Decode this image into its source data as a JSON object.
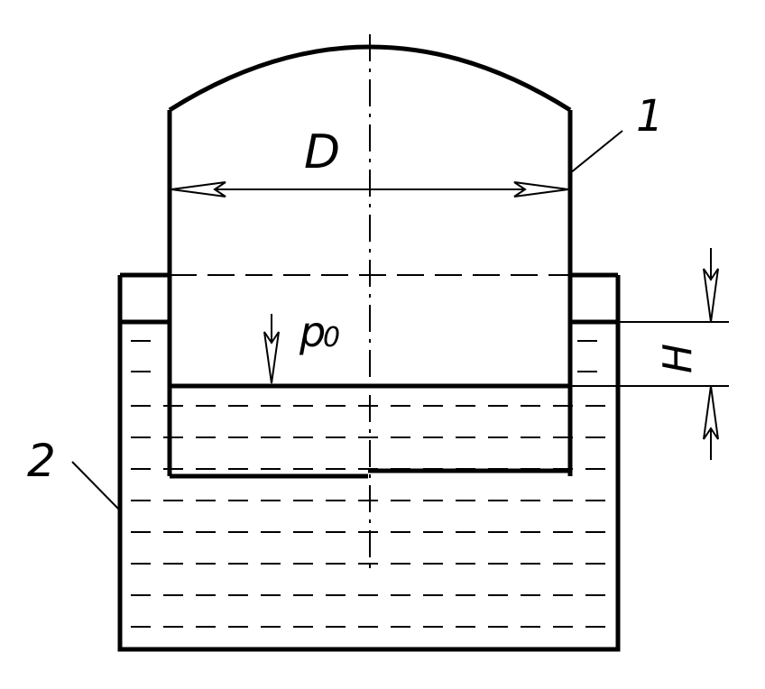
{
  "labels": {
    "diameter": "D",
    "pressure_symbol": "p",
    "pressure_subscript": "0",
    "height": "H",
    "part_bell": "1",
    "part_tank": "2"
  },
  "colors": {
    "line": "#000000",
    "background": "#ffffff"
  }
}
